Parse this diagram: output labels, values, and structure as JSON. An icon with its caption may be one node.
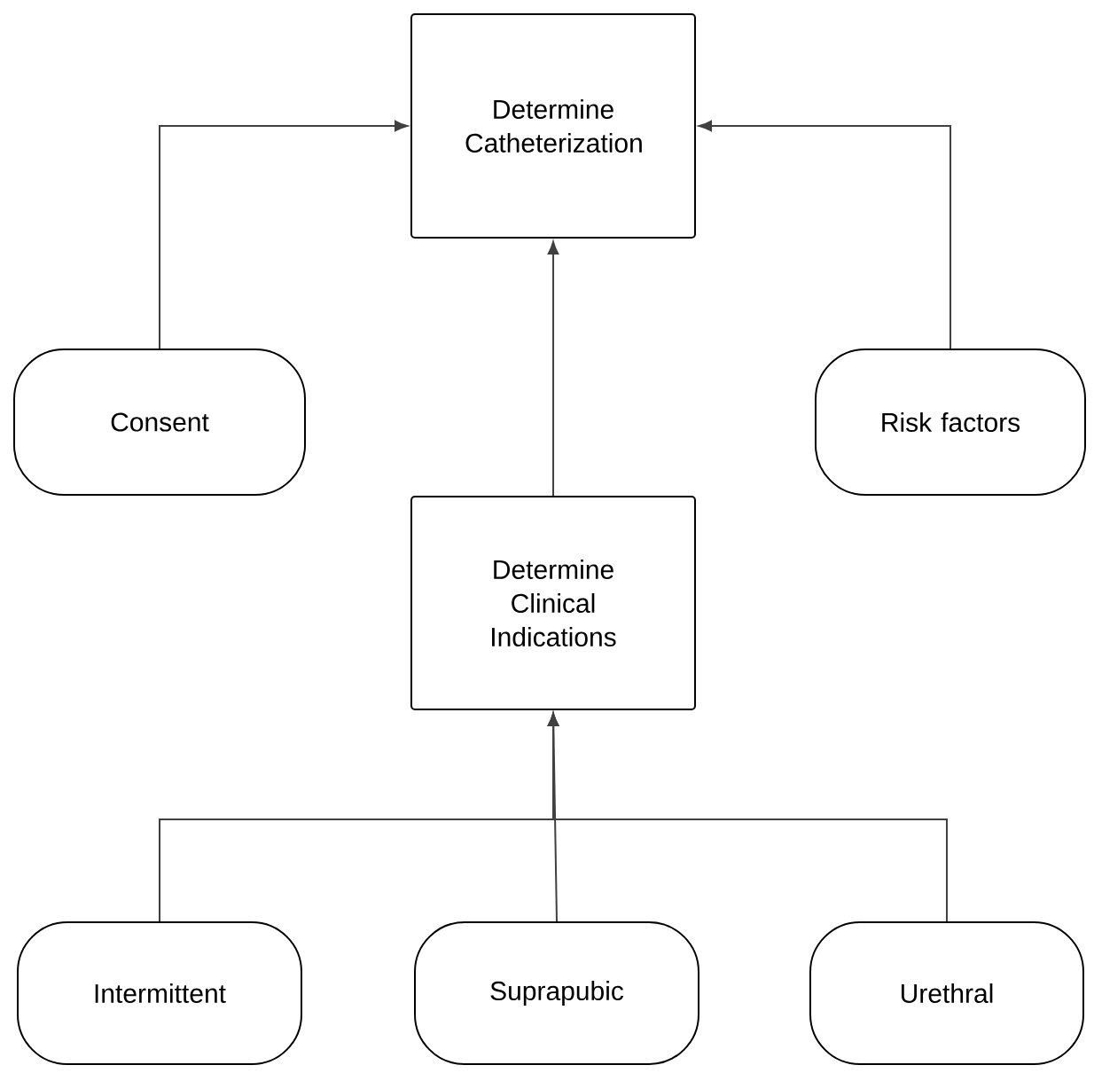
{
  "diagram": {
    "nodes": [
      {
        "text": [
          "Determine Catheterization"
        ]
      },
      {
        "text": [
          "Consent"
        ]
      },
      {
        "text": [
          "Risk factors"
        ]
      },
      {
        "text": [
          "Determine Clinical Indications"
        ]
      },
      {
        "text": [
          "Intermittent"
        ]
      },
      {
        "text": [
          "Suprapubic"
        ]
      },
      {
        "text": [
          "Urethral"
        ]
      }
    ],
    "edges": [
      {
        "from": 1,
        "to": 0,
        "arrow": "to"
      },
      {
        "from": 2,
        "to": 0,
        "arrow": "to"
      },
      {
        "from": 3,
        "to": 0,
        "arrow": "to"
      },
      {
        "from": 4,
        "to": 3,
        "arrow": "to"
      },
      {
        "from": 5,
        "to": 3,
        "arrow": "to"
      },
      {
        "from": 6,
        "to": 3,
        "arrow": "to"
      }
    ]
  }
}
